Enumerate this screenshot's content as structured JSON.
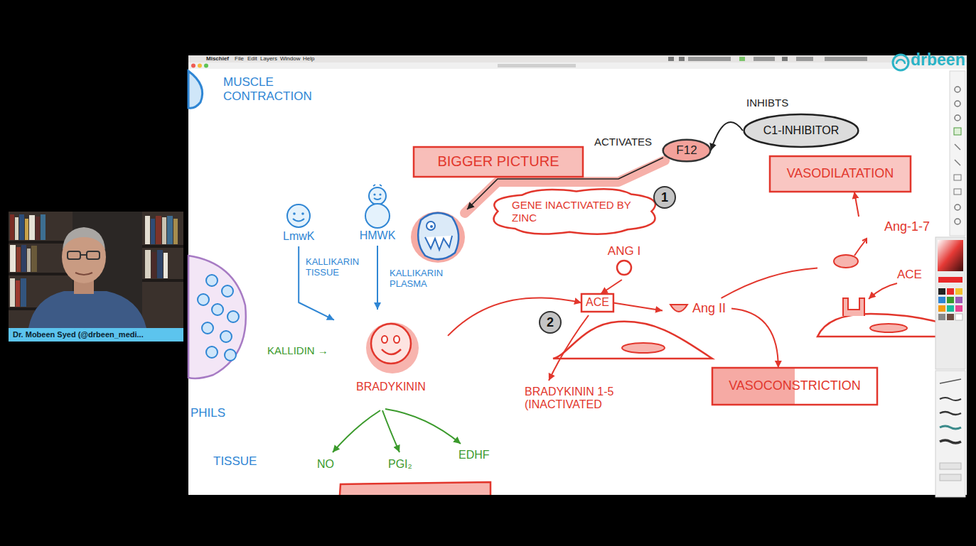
{
  "diagram": {
    "nodes": [
      {
        "text": [
          "BIGGER PICTURE"
        ]
      },
      {
        "text": [
          "F12"
        ]
      },
      {
        "text": [
          "C1-INHIBITOR"
        ]
      },
      {
        "text": [
          "GENE INACTIVATED BY ZINC"
        ]
      },
      {
        "text": [
          "LmwK"
        ]
      },
      {
        "text": [
          "HMWK"
        ]
      },
      {
        "text": [
          "BRADYKININ"
        ]
      },
      {
        "text": [
          "ANG I"
        ]
      },
      {
        "text": [
          "ACE"
        ]
      },
      {
        "text": [
          "Ang II"
        ]
      },
      {
        "text": [
          "VASODILATATION"
        ]
      },
      {
        "text": [
          "Ang-1-7"
        ]
      },
      {
        "text": [
          "VASOCONSTRICTION"
        ]
      },
      {
        "text": [
          "Dr. Mobeen Syed (@drbeen_medi..."
        ]
      }
    ],
    "edges": [
      {
        "from": 2,
        "to": 1,
        "label": "INHIBTS",
        "arrow": "to"
      },
      {
        "from": 4,
        "to": 6,
        "label": "KALLIKARIN TISSUE",
        "arrow": "to"
      },
      {
        "from": 5,
        "to": 6,
        "label": "KALLIKARIN PLASMA",
        "arrow": "to"
      },
      {
        "from": 6,
        "to": 8,
        "arrow": "to"
      },
      {
        "from": 7,
        "to": 8,
        "arrow": "to"
      },
      {
        "from": 8,
        "to": 9,
        "arrow": "to"
      },
      {
        "from": 9,
        "to": 12,
        "arrow": "to"
      },
      {
        "from": 9,
        "to": 11,
        "arrow": "none"
      },
      {
        "from": 11,
        "to": 10,
        "arrow": "to"
      }
    ],
    "labels": [
      "Mischief",
      "File",
      "Edit",
      "Layers",
      "Window",
      "Help",
      "drbeen",
      "MUSCLE CONTRACTION",
      "ACTIVATES",
      "1",
      "2",
      "KALLIDIN →",
      "NO",
      "PGI₂",
      "EDHF",
      "BRADYKININ 1-5 (INACTIVATED",
      "ACE",
      "PHILS",
      "TISSUE"
    ]
  }
}
